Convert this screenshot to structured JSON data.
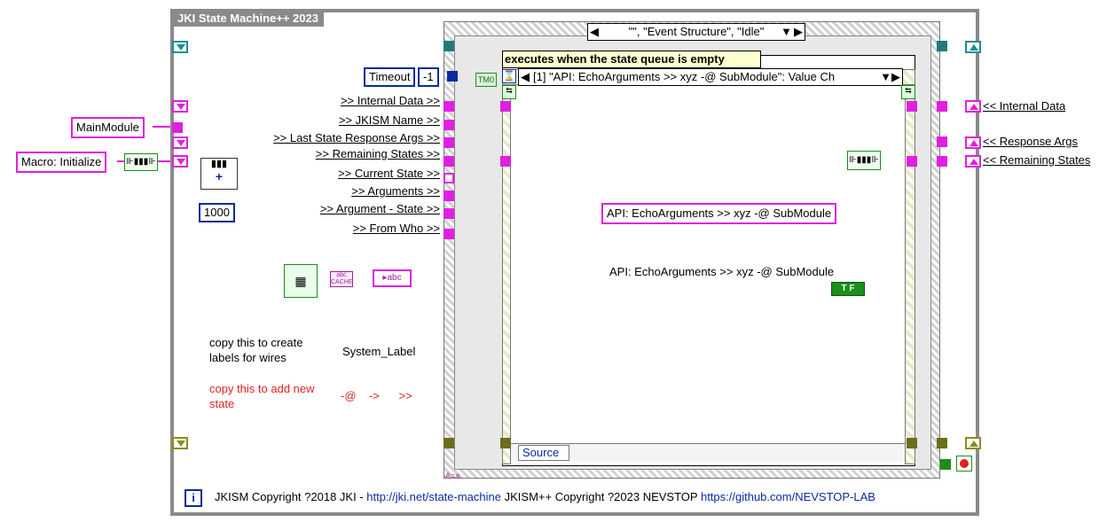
{
  "window": {
    "title": "JKI State Machine++ 2023"
  },
  "case_selector": {
    "value": "\"\", \"Event Structure\", \"Idle\""
  },
  "event_structure": {
    "caption": "executes when the state queue is empty",
    "case_value": "[1] \"API: EchoArguments >> xyz -@ SubModule\": Value Ch",
    "source_label": "Source",
    "timeout_label": "Timeout",
    "timeout_value": "-1"
  },
  "inputs": {
    "main_module": "MainModule",
    "macro": "Macro: Initialize",
    "constant_1000": "1000"
  },
  "wire_labels": [
    ">> Internal Data >>",
    ">> JKISM Name >>",
    ">> Last State Response Args >>",
    ">> Remaining States >>",
    ">> Current State >>",
    ">> Arguments >>",
    ">> Argument - State >>",
    ">> From Who >>"
  ],
  "outputs": {
    "internal_data": "<< Internal Data",
    "response_args": "<< Response Args",
    "remaining_states": "<< Remaining States"
  },
  "inner": {
    "api_constant": "API: EchoArguments >> xyz -@ SubModule",
    "api_text": "API: EchoArguments >> xyz -@ SubModule",
    "bool_constant": "T F"
  },
  "notes": {
    "copy_labels": "copy this to create labels for wires",
    "system_label": "System_Label",
    "copy_state": "copy this to add new state",
    "state_tokens": "-@    ->      >>"
  },
  "glyphs": {
    "cache": "CACHE",
    "abc": "abc",
    "tm": "TM0",
    "regex": "A=a",
    "info": "i"
  },
  "footer": {
    "copyright_jki": "JKISM Copyright ?2018 JKI - ",
    "jki_link": "http://jki.net/state-machine",
    "copyright_nevstop": " JKISM++ Copyright ?2023 NEVSTOP ",
    "github_link": "https://github.com/NEVSTOP-LAB"
  },
  "colors": {
    "string_wire": "#e020e0",
    "error_wire": "#8c8c1a",
    "numeric_wire": "#0a2aa0",
    "ref_wire": "#1a8f8f",
    "frame": "#8a8a8a"
  }
}
